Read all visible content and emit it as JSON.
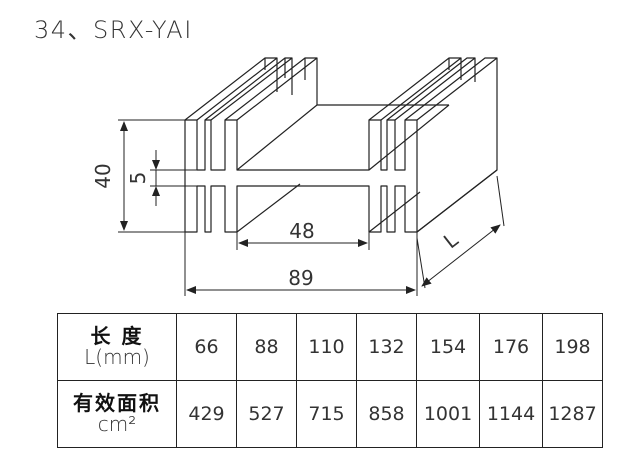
{
  "title": "34、SRX-YAI",
  "drawing": {
    "dim_height": "40",
    "dim_slot": "5",
    "dim_inner": "48",
    "dim_width": "89",
    "dim_length": "L"
  },
  "table": {
    "row1_label_zh": "长 度",
    "row1_label_en": "L(mm)",
    "row2_label_zh": "有效面积",
    "row2_label_en": "cm²",
    "lengths": [
      "66",
      "88",
      "110",
      "132",
      "154",
      "176",
      "198"
    ],
    "areas": [
      "429",
      "527",
      "715",
      "858",
      "1001",
      "1144",
      "1287"
    ]
  }
}
